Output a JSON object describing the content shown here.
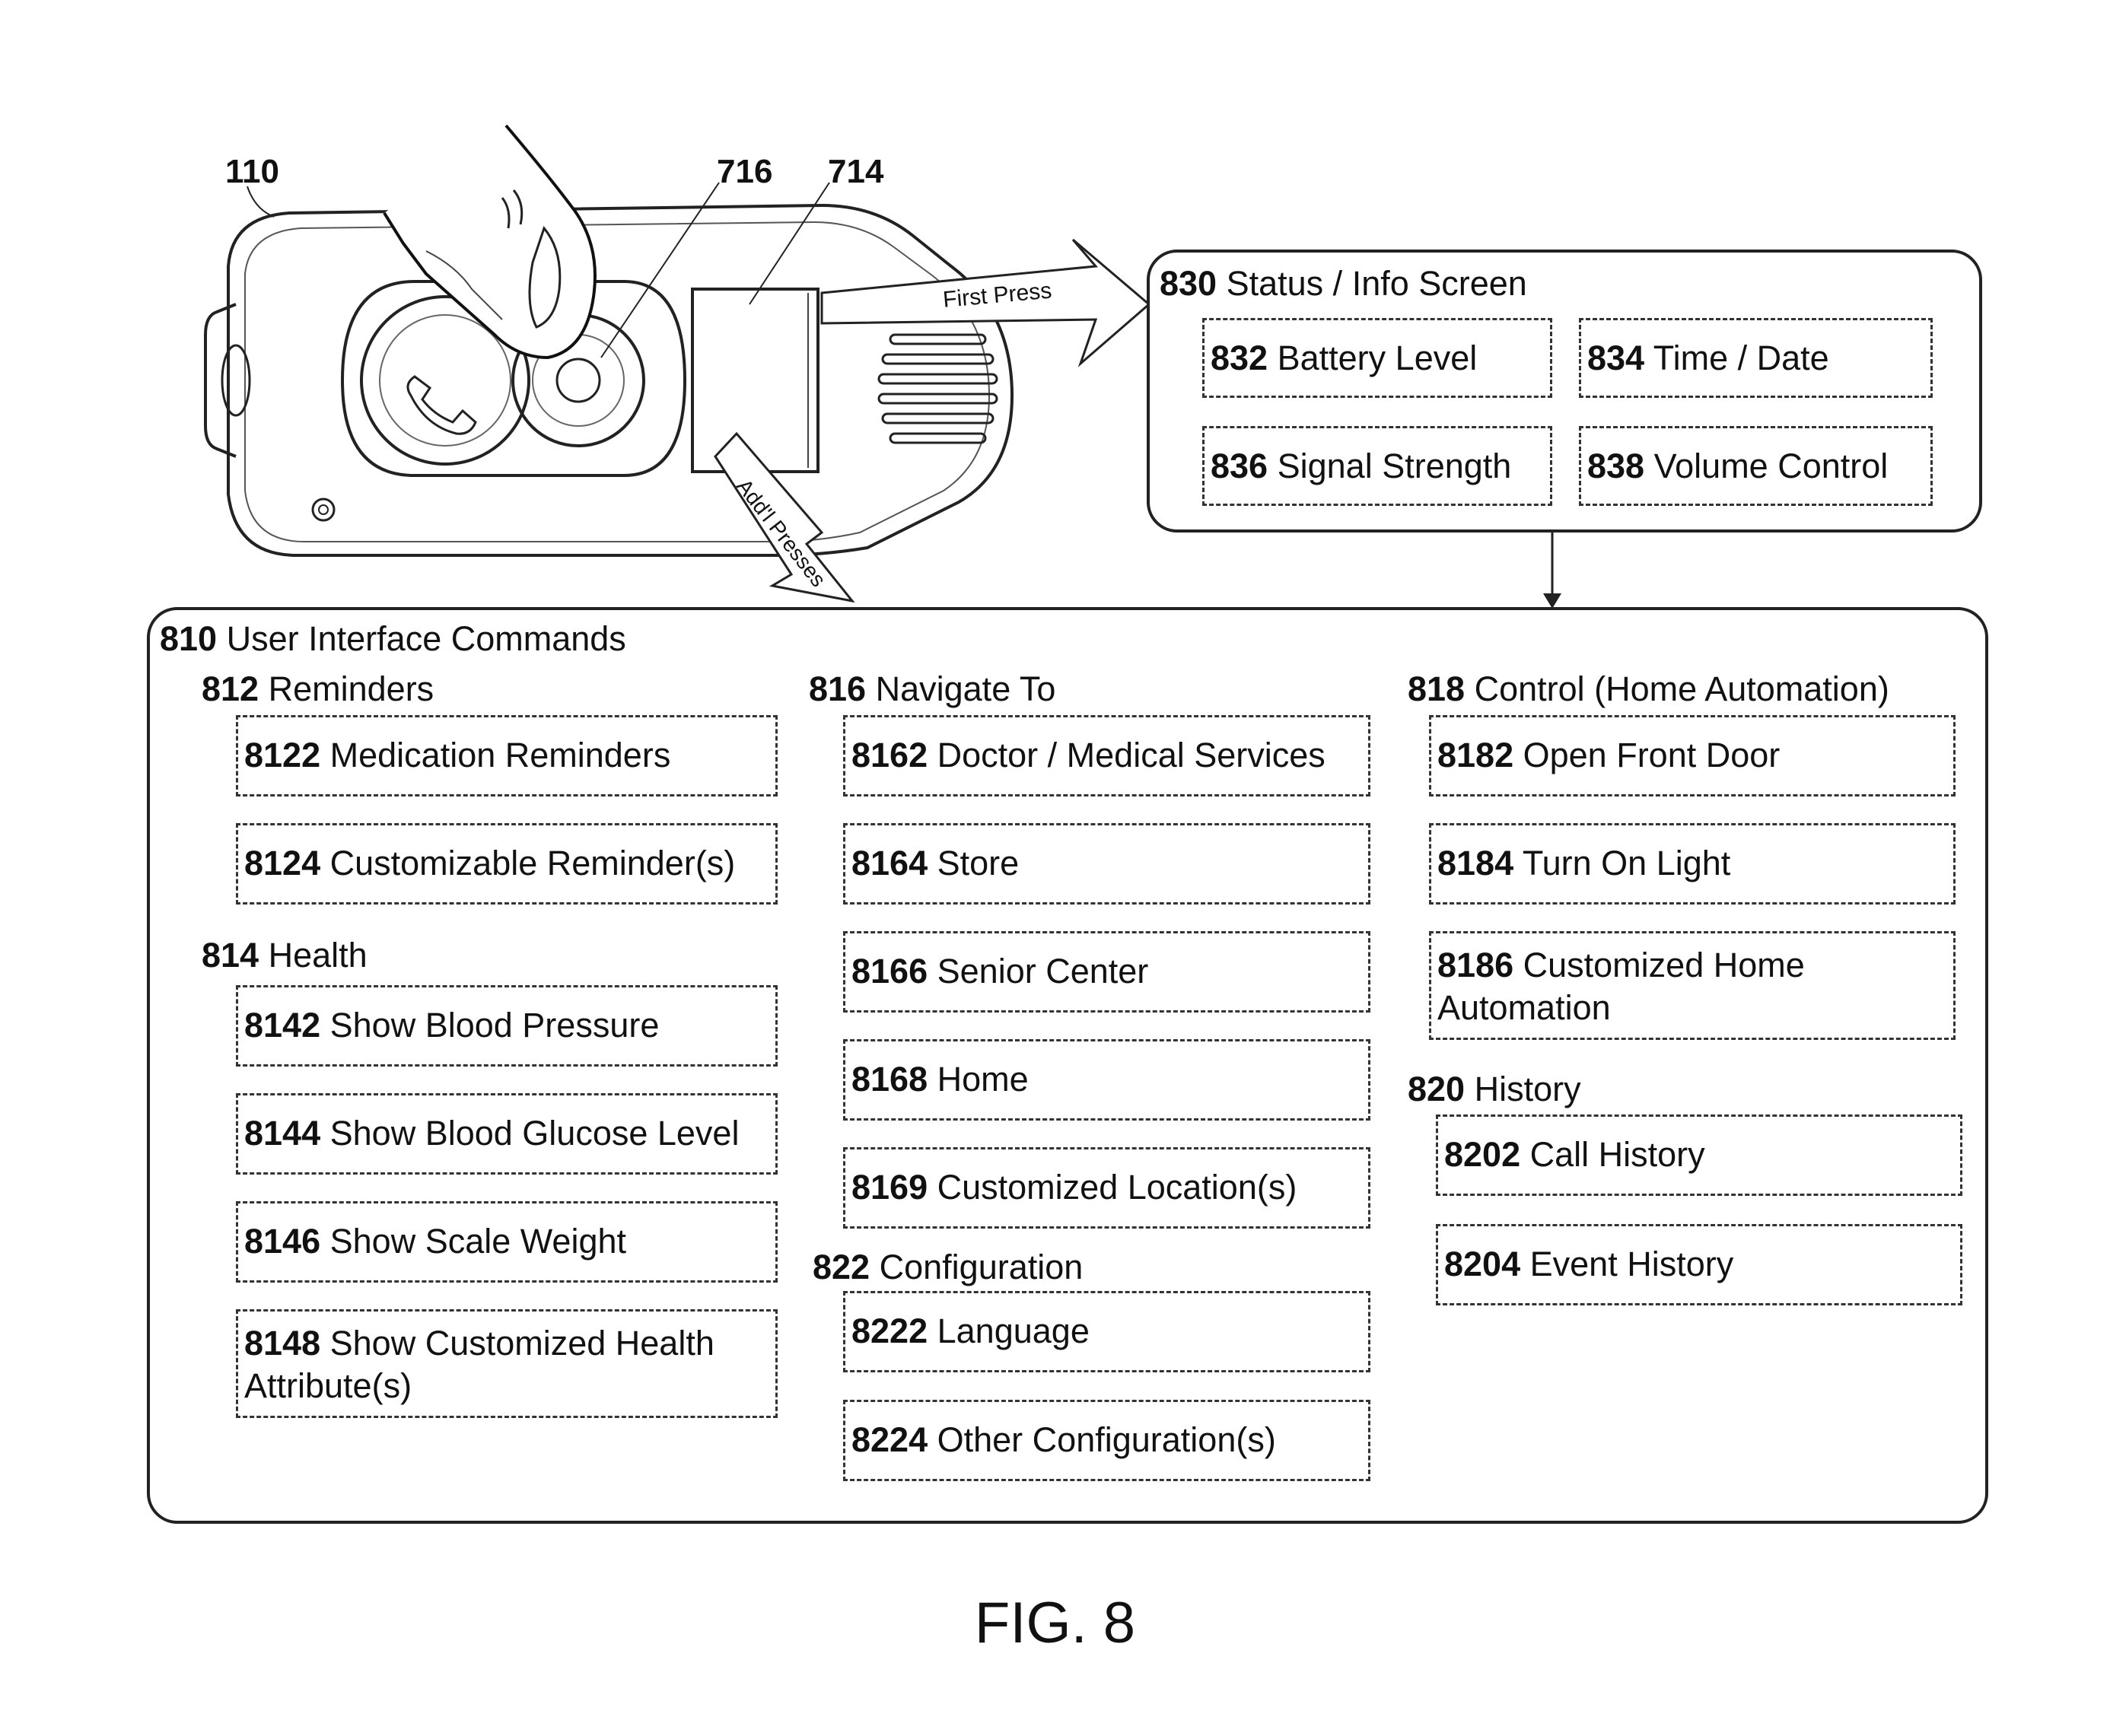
{
  "device": {
    "ref_device": "110",
    "ref_button": "716",
    "ref_screen": "714",
    "first_press_label": "First Press",
    "addl_presses_label": "Add'l Presses"
  },
  "status_panel": {
    "num": "830",
    "title": "Status / Info Screen",
    "items": [
      {
        "num": "832",
        "label": "Battery Level"
      },
      {
        "num": "834",
        "label": "Time / Date"
      },
      {
        "num": "836",
        "label": "Signal Strength"
      },
      {
        "num": "838",
        "label": "Volume Control"
      }
    ]
  },
  "ui_panel": {
    "num": "810",
    "title": "User Interface Commands",
    "groups": {
      "reminders": {
        "num": "812",
        "title": "Reminders",
        "items": [
          {
            "num": "8122",
            "label": "Medication Reminders"
          },
          {
            "num": "8124",
            "label": "Customizable Reminder(s)"
          }
        ]
      },
      "health": {
        "num": "814",
        "title": "Health",
        "items": [
          {
            "num": "8142",
            "label": "Show Blood Pressure"
          },
          {
            "num": "8144",
            "label": "Show Blood Glucose Level"
          },
          {
            "num": "8146",
            "label": "Show Scale Weight"
          },
          {
            "num": "8148",
            "label": "Show Customized Health",
            "label2": "Attribute(s)"
          }
        ]
      },
      "navigate": {
        "num": "816",
        "title": "Navigate To",
        "items": [
          {
            "num": "8162",
            "label": "Doctor / Medical Services"
          },
          {
            "num": "8164",
            "label": "Store"
          },
          {
            "num": "8166",
            "label": "Senior Center"
          },
          {
            "num": "8168",
            "label": "Home"
          },
          {
            "num": "8169",
            "label": "Customized Location(s)"
          }
        ]
      },
      "configuration": {
        "num": "822",
        "title": "Configuration",
        "items": [
          {
            "num": "8222",
            "label": "Language"
          },
          {
            "num": "8224",
            "label": "Other Configuration(s)"
          }
        ]
      },
      "control": {
        "num": "818",
        "title": "Control (Home Automation)",
        "items": [
          {
            "num": "8182",
            "label": "Open Front Door"
          },
          {
            "num": "8184",
            "label": "Turn On Light"
          },
          {
            "num": "8186",
            "label": "Customized Home",
            "label2": "Automation"
          }
        ]
      },
      "history": {
        "num": "820",
        "title": "History",
        "items": [
          {
            "num": "8202",
            "label": "Call History"
          },
          {
            "num": "8204",
            "label": "Event History"
          }
        ]
      }
    }
  },
  "figure_label": "FIG. 8"
}
